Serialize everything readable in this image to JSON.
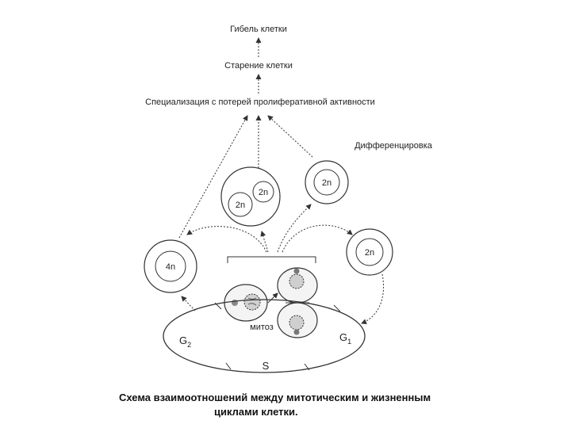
{
  "labels": {
    "death": "Гибель клетки",
    "aging": "Старение клетки",
    "specialization": "Специализация с потерей пролиферативной активности",
    "differentiation": "Дифференцировка",
    "cell_4n": "4n",
    "cell_2n_right": "2n",
    "cell_2n_top": "2n",
    "cell_2n_binuc_a": "2n",
    "cell_2n_binuc_b": "2n",
    "mitosis": "митоз",
    "phase_g2": "G",
    "phase_g2_sub": "2",
    "phase_g1": "G",
    "phase_g1_sub": "1",
    "phase_s": "S"
  },
  "caption": {
    "line1": "Схема взаимоотношений между митотическим и жизненным",
    "line2": "циклами клетки."
  }
}
